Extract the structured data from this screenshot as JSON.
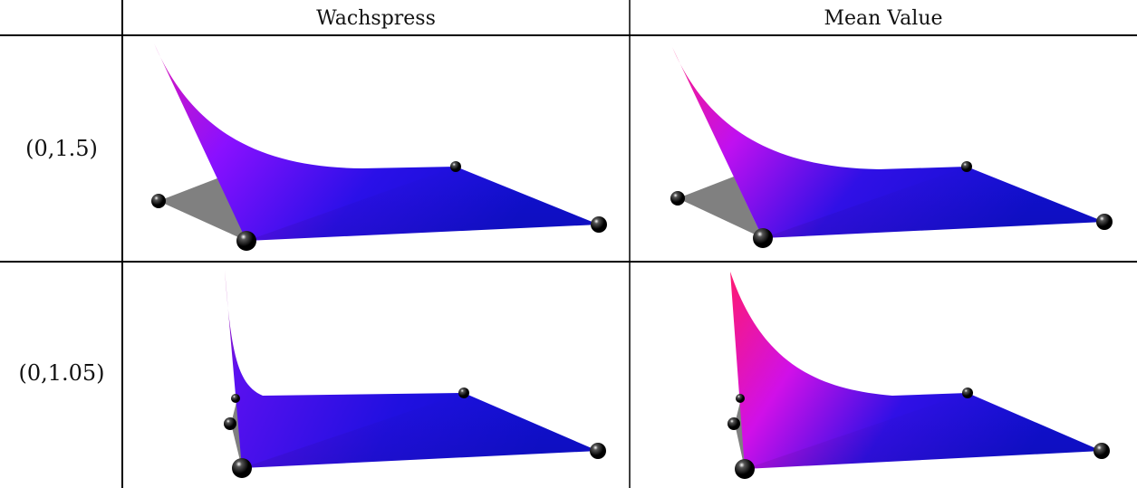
{
  "table": {
    "columns": [
      "Wachspress",
      "Mean Value"
    ],
    "rows": [
      "(0,1.5)",
      "(0,1.05)"
    ]
  },
  "colors": {
    "surface_high": "#ff2090",
    "surface_mid": "#9a10ff",
    "surface_low": "#1010e0",
    "base_polygon": "#808080",
    "vertex": "#000000",
    "rule": "#000000"
  }
}
